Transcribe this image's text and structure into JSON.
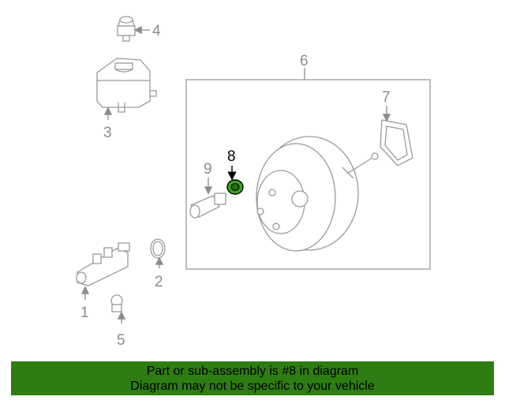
{
  "diagram": {
    "callouts": {
      "c1": "1",
      "c2": "2",
      "c3": "3",
      "c4": "4",
      "c5": "5",
      "c6": "6",
      "c7": "7",
      "c8": "8",
      "c9": "9"
    },
    "highlighted_part": "8",
    "highlight_color": "#3aa619"
  },
  "footer": {
    "line1": "Part or sub-assembly is #8 in diagram",
    "line2": "Diagram may not be specific to your vehicle",
    "background_color": "#2e7d12"
  }
}
